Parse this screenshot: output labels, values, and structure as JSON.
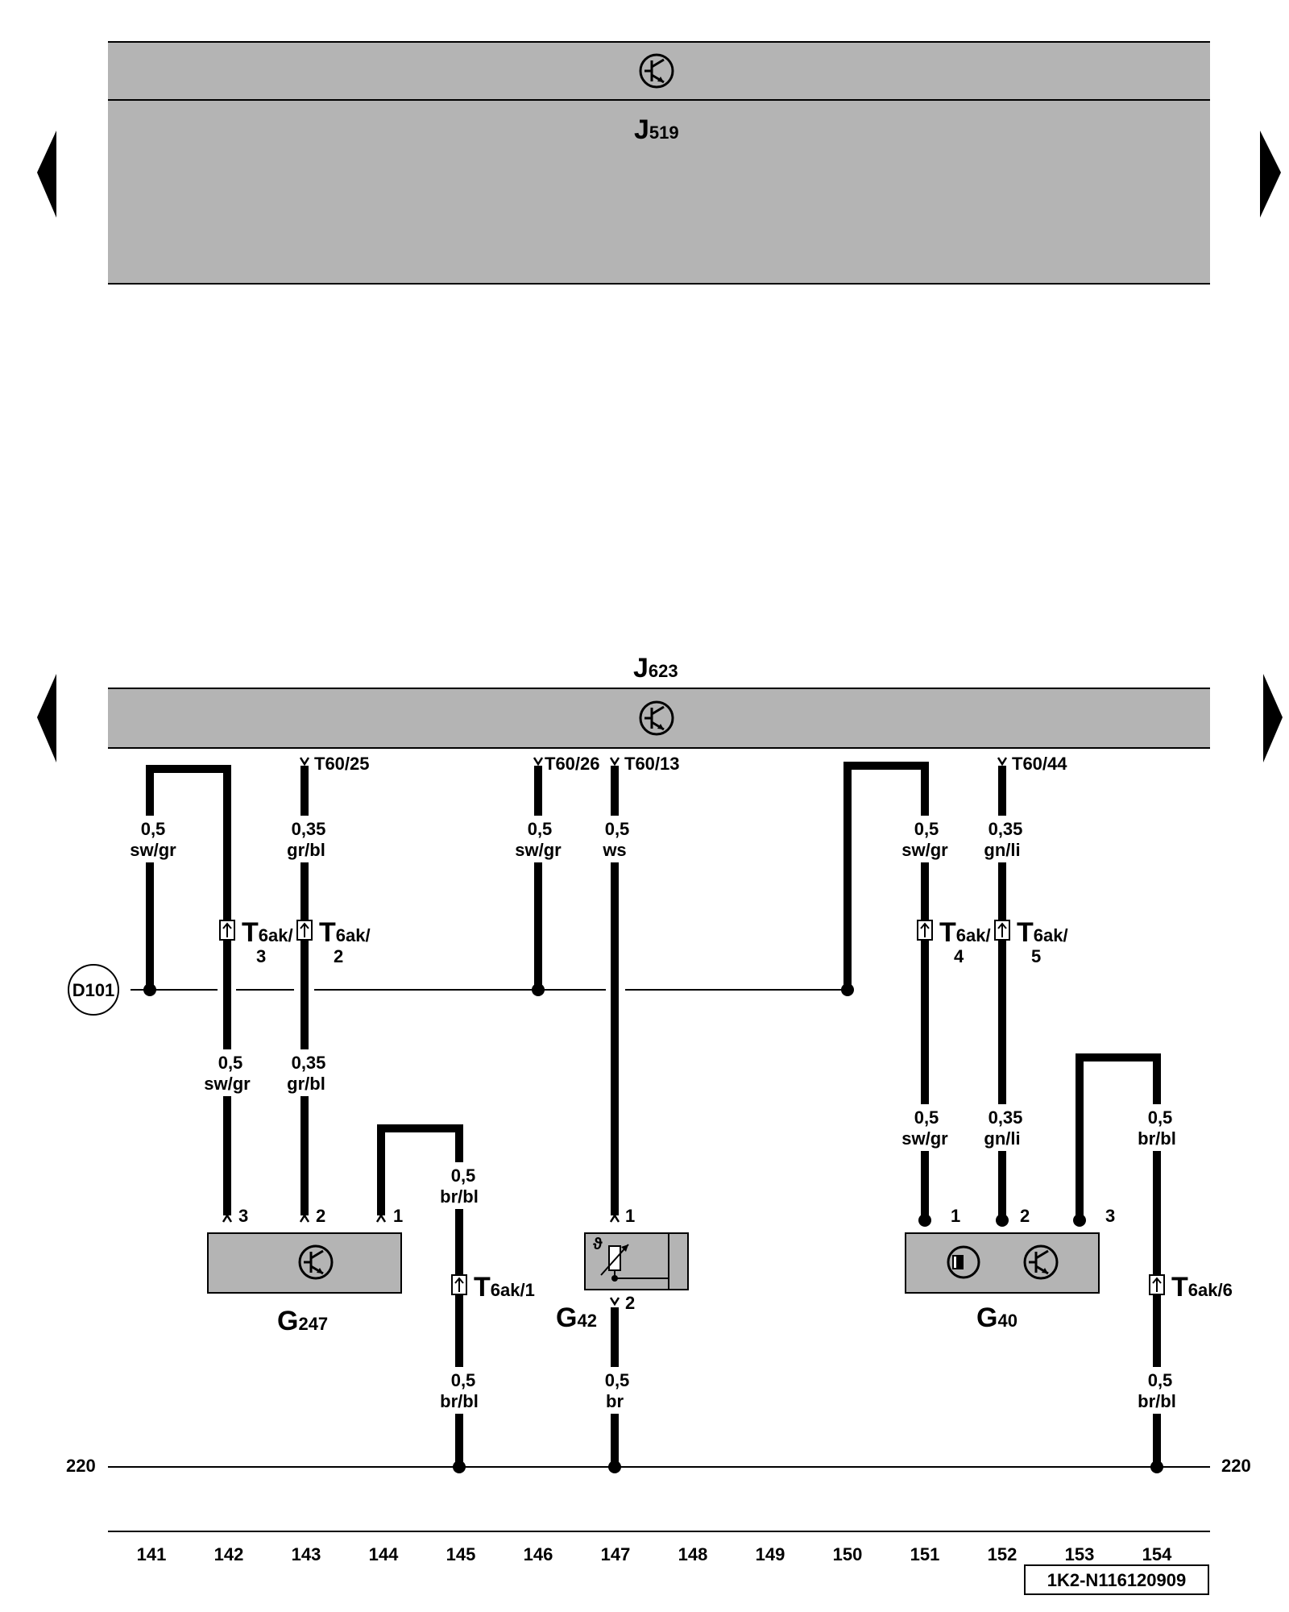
{
  "units": {
    "top": {
      "id": "J",
      "sub": "519"
    },
    "bottom": {
      "id": "J",
      "sub": "623"
    }
  },
  "ground_node": "D101",
  "ground_number": "220",
  "ecu_pins": [
    "T60/25",
    "T60/26",
    "T60/13",
    "T60/44"
  ],
  "wire_specs": {
    "w142a": [
      "0,5",
      "sw/gr"
    ],
    "w143a": [
      "0,35",
      "gr/bl"
    ],
    "w146a": [
      "0,5",
      "sw/gr"
    ],
    "w147a": [
      "0,5",
      "ws"
    ],
    "w151a": [
      "0,5",
      "sw/gr"
    ],
    "w152a": [
      "0,35",
      "gn/li"
    ],
    "w142b": [
      "0,5",
      "sw/gr"
    ],
    "w143b": [
      "0,35",
      "gr/bl"
    ],
    "w145a": [
      "0,5",
      "br/bl"
    ],
    "w151b": [
      "0,5",
      "sw/gr"
    ],
    "w152b": [
      "0,35",
      "gn/li"
    ],
    "w154a": [
      "0,5",
      "br/bl"
    ],
    "w145b": [
      "0,5",
      "br/bl"
    ],
    "w147b": [
      "0,5",
      "br"
    ],
    "w154b": [
      "0,5",
      "br/bl"
    ]
  },
  "connectors": {
    "c3": {
      "big": "T",
      "small": "6ak/",
      "line2": "3"
    },
    "c2": {
      "big": "T",
      "small": "6ak/",
      "line2": "2"
    },
    "c4": {
      "big": "T",
      "small": "6ak/",
      "line2": "4"
    },
    "c5": {
      "big": "T",
      "small": "6ak/",
      "line2": "5"
    },
    "c1": {
      "big": "T",
      "small": "6ak/1"
    },
    "c6": {
      "big": "T",
      "small": "6ak/6"
    }
  },
  "components": {
    "g247": {
      "id": "G",
      "sub": "247",
      "pins": [
        "3",
        "2",
        "1"
      ]
    },
    "g42": {
      "id": "G",
      "sub": "42",
      "pins": [
        "1",
        "2"
      ],
      "symbol": "ϑ"
    },
    "g40": {
      "id": "G",
      "sub": "40",
      "pins": [
        "1",
        "2",
        "3"
      ]
    }
  },
  "columns": [
    "141",
    "142",
    "143",
    "144",
    "145",
    "146",
    "147",
    "148",
    "149",
    "150",
    "151",
    "152",
    "153",
    "154"
  ],
  "doc_id": "1K2-N116120909",
  "icons": [
    "transistor-icon",
    "hall-sensor-icon",
    "nav-arrow-left-icon",
    "nav-arrow-right-icon"
  ]
}
